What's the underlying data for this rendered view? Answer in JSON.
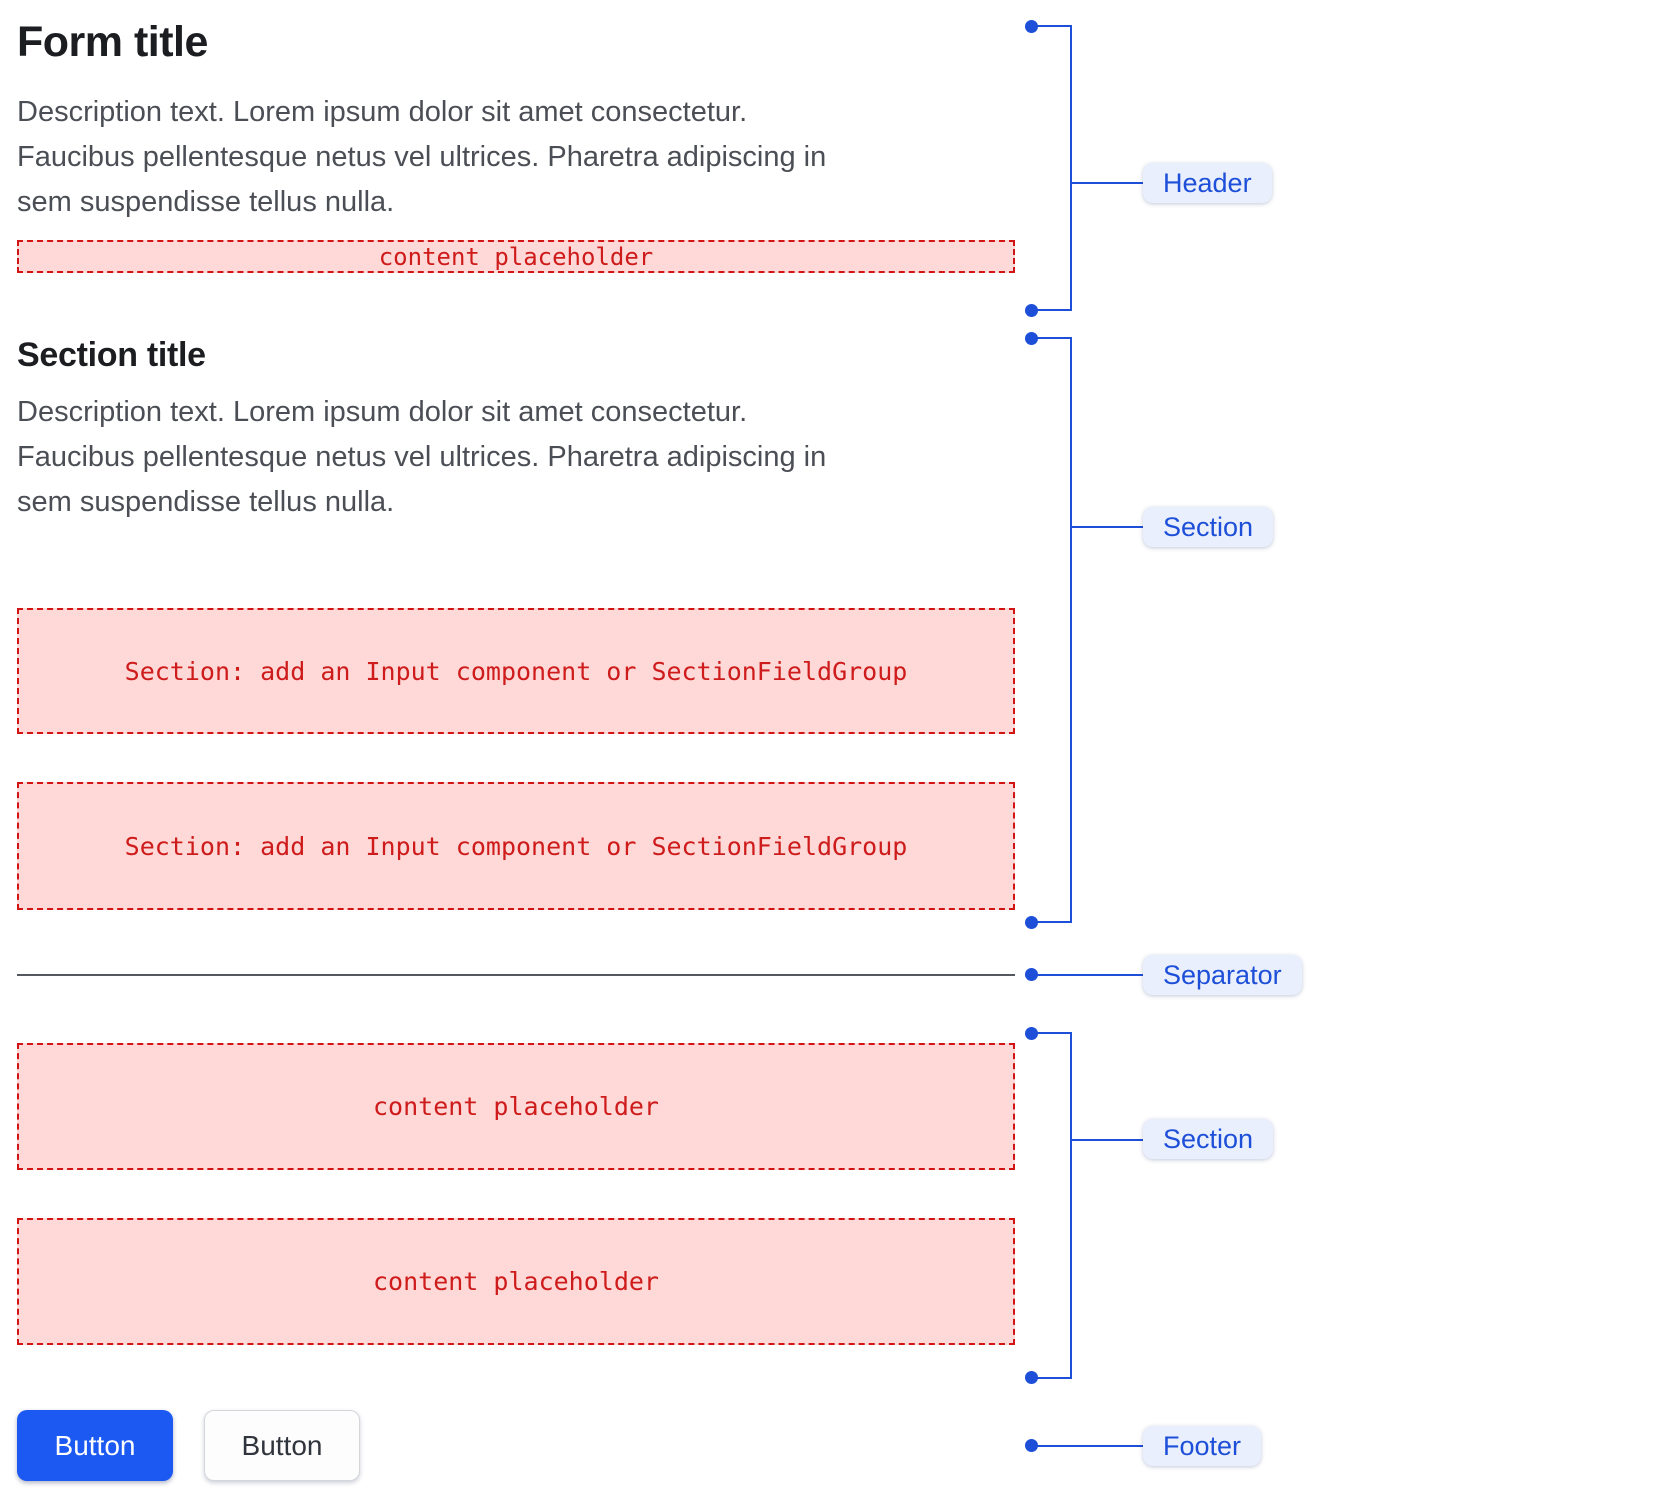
{
  "header": {
    "title": "Form title",
    "description_lines": [
      "Description text. Lorem ipsum dolor sit amet consectetur.",
      "Faucibus pellentesque netus vel ultrices. Pharetra adipiscing in",
      "sem suspendisse tellus nulla."
    ],
    "placeholder": "content placeholder"
  },
  "section1": {
    "title": "Section title",
    "description_lines": [
      "Description text. Lorem ipsum dolor sit amet consectetur.",
      "Faucibus pellentesque netus vel ultrices. Pharetra adipiscing in",
      "sem suspendisse tellus nulla."
    ],
    "placeholder1": "Section: add an Input component or SectionFieldGroup",
    "placeholder2": "Section: add an Input component or SectionFieldGroup"
  },
  "section2": {
    "placeholder1": "content placeholder",
    "placeholder2": "content placeholder"
  },
  "footer": {
    "primary_button_label": "Button",
    "secondary_button_label": "Button"
  },
  "annotations": {
    "header_label": "Header",
    "section1_label": "Section",
    "separator_label": "Separator",
    "section2_label": "Section",
    "footer_label": "Footer"
  },
  "colors": {
    "annotation_blue": "#1d4fd8",
    "annotation_pill_bg": "#e9effd",
    "placeholder_border_red": "#d21414",
    "placeholder_text_red": "#ce1b1b",
    "placeholder_bg_pink": "#ffd9d7",
    "primary_button_blue": "#1b59f2",
    "separator_gray": "#55585e",
    "title_color": "#1b1d21",
    "description_gray": "#4b4f55"
  }
}
